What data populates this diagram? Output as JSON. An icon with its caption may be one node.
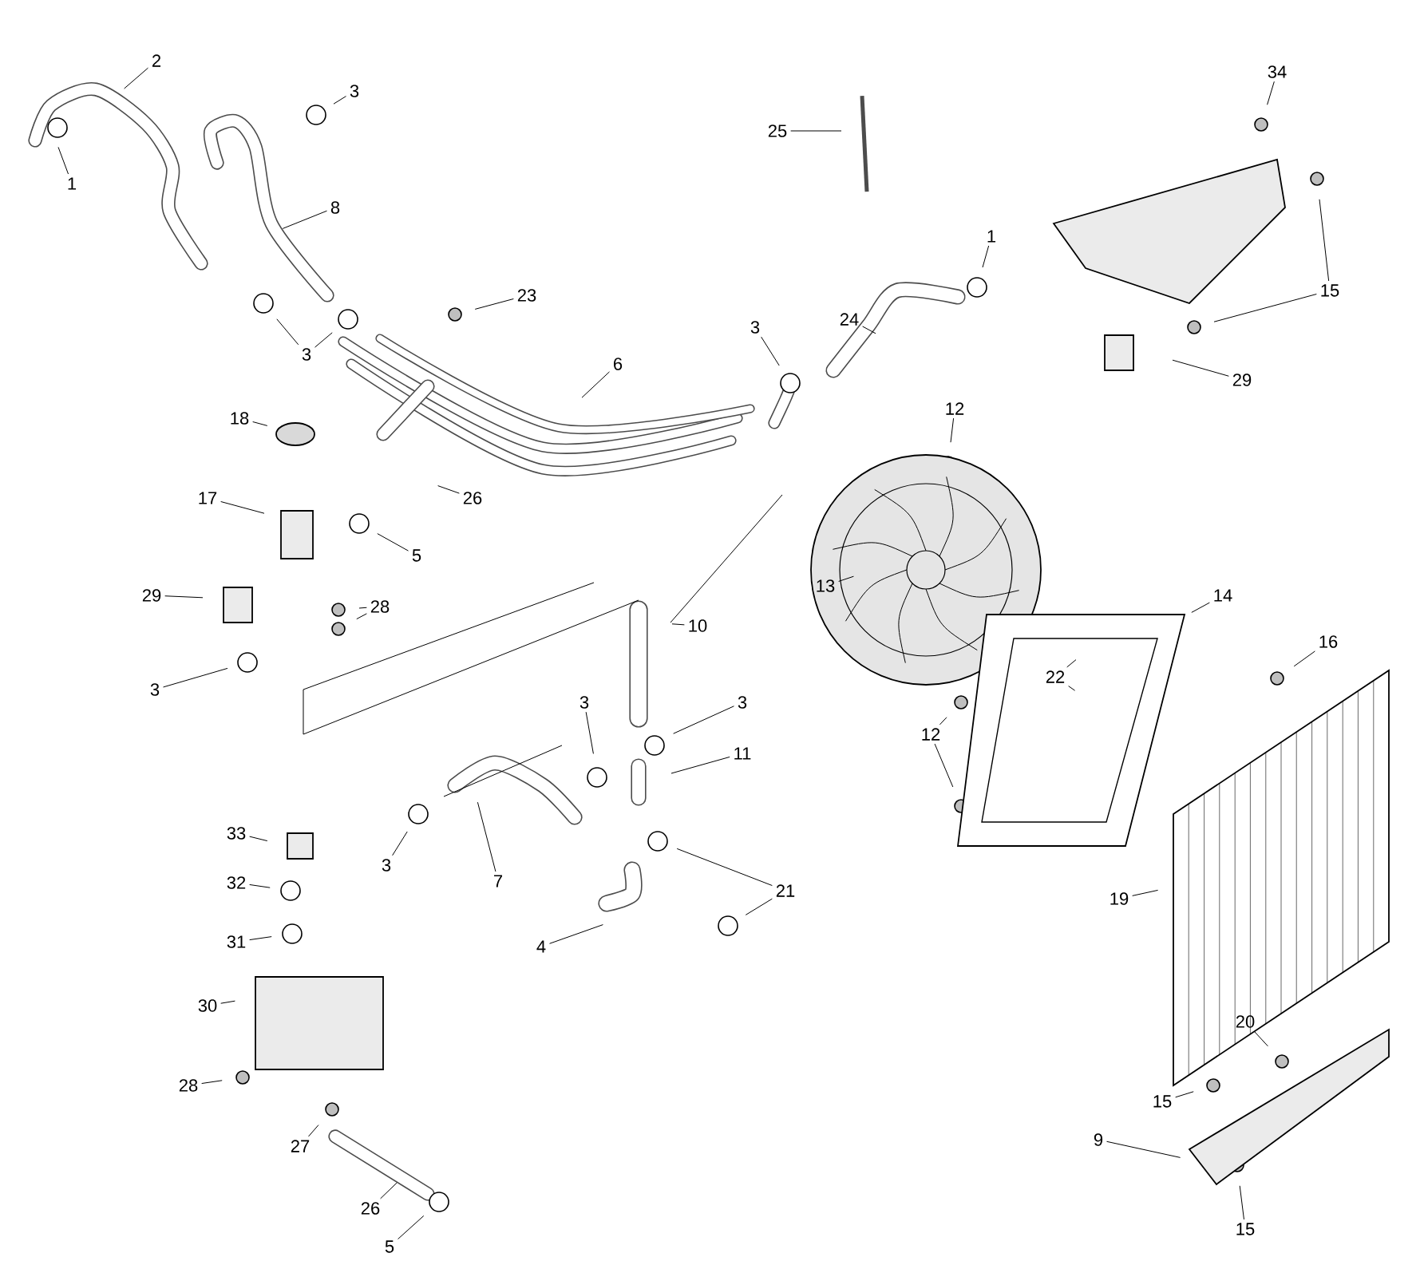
{
  "diagram": {
    "nodes": [
      {
        "text": [
          "1"
        ]
      },
      {
        "text": [
          "2"
        ]
      },
      {
        "text": [
          "3"
        ]
      },
      {
        "text": [
          "8"
        ]
      },
      {
        "text": [
          "3"
        ]
      },
      {
        "text": [
          "23"
        ]
      },
      {
        "text": [
          "6"
        ]
      },
      {
        "text": [
          "25"
        ]
      },
      {
        "text": [
          "34"
        ]
      },
      {
        "text": [
          "15"
        ]
      },
      {
        "text": [
          "29"
        ]
      },
      {
        "text": [
          "1"
        ]
      },
      {
        "text": [
          "24"
        ]
      },
      {
        "text": [
          "3"
        ]
      },
      {
        "text": [
          "12"
        ]
      },
      {
        "text": [
          "18"
        ]
      },
      {
        "text": [
          "26"
        ]
      },
      {
        "text": [
          "17"
        ]
      },
      {
        "text": [
          "5"
        ]
      },
      {
        "text": [
          "29"
        ]
      },
      {
        "text": [
          "28"
        ]
      },
      {
        "text": [
          "3"
        ]
      },
      {
        "text": [
          "10"
        ]
      },
      {
        "text": [
          "13"
        ]
      },
      {
        "text": [
          "14"
        ]
      },
      {
        "text": [
          "16"
        ]
      },
      {
        "text": [
          "22"
        ]
      },
      {
        "text": [
          "3"
        ]
      },
      {
        "text": [
          "3"
        ]
      },
      {
        "text": [
          "11"
        ]
      },
      {
        "text": [
          "12"
        ]
      },
      {
        "text": [
          "3"
        ]
      },
      {
        "text": [
          "7"
        ]
      },
      {
        "text": [
          "21"
        ]
      },
      {
        "text": [
          "4"
        ]
      },
      {
        "text": [
          "19"
        ]
      },
      {
        "text": [
          "33"
        ]
      },
      {
        "text": [
          "32"
        ]
      },
      {
        "text": [
          "31"
        ]
      },
      {
        "text": [
          "30"
        ]
      },
      {
        "text": [
          "28"
        ]
      },
      {
        "text": [
          "27"
        ]
      },
      {
        "text": [
          "26"
        ]
      },
      {
        "text": [
          "5"
        ]
      },
      {
        "text": [
          "20"
        ]
      },
      {
        "text": [
          "15"
        ]
      },
      {
        "text": [
          "9"
        ]
      },
      {
        "text": [
          "15"
        ]
      }
    ],
    "edges": [
      {
        "from": 0,
        "to": null,
        "arrow": "none"
      },
      {
        "from": 1,
        "to": null,
        "arrow": "none"
      },
      {
        "from": 2,
        "to": null,
        "arrow": "none"
      },
      {
        "from": 3,
        "to": null,
        "arrow": "none"
      },
      {
        "from": 4,
        "to": null,
        "arrow": "none"
      },
      {
        "from": 4,
        "to": null,
        "arrow": "none"
      },
      {
        "from": 5,
        "to": null,
        "arrow": "none"
      },
      {
        "from": 6,
        "to": null,
        "arrow": "none"
      },
      {
        "from": 7,
        "to": null,
        "arrow": "none"
      },
      {
        "from": 8,
        "to": null,
        "arrow": "none"
      },
      {
        "from": 9,
        "to": null,
        "arrow": "none"
      },
      {
        "from": 9,
        "to": null,
        "arrow": "none"
      },
      {
        "from": 10,
        "to": null,
        "arrow": "none"
      },
      {
        "from": 11,
        "to": null,
        "arrow": "none"
      },
      {
        "from": 12,
        "to": null,
        "arrow": "none"
      },
      {
        "from": 13,
        "to": null,
        "arrow": "none"
      },
      {
        "from": 14,
        "to": null,
        "arrow": "none"
      },
      {
        "from": 15,
        "to": null,
        "arrow": "none"
      },
      {
        "from": 16,
        "to": null,
        "arrow": "none"
      },
      {
        "from": 17,
        "to": null,
        "arrow": "none"
      },
      {
        "from": 18,
        "to": null,
        "arrow": "none"
      },
      {
        "from": 19,
        "to": null,
        "arrow": "none"
      },
      {
        "from": 20,
        "to": null,
        "arrow": "none"
      },
      {
        "from": 20,
        "to": null,
        "arrow": "none"
      },
      {
        "from": 21,
        "to": null,
        "arrow": "none"
      },
      {
        "from": 22,
        "to": null,
        "arrow": "none"
      },
      {
        "from": 23,
        "to": null,
        "arrow": "none"
      },
      {
        "from": 24,
        "to": null,
        "arrow": "none"
      },
      {
        "from": 25,
        "to": null,
        "arrow": "none"
      },
      {
        "from": 26,
        "to": null,
        "arrow": "none"
      },
      {
        "from": 26,
        "to": null,
        "arrow": "none"
      },
      {
        "from": 27,
        "to": null,
        "arrow": "none"
      },
      {
        "from": 28,
        "to": null,
        "arrow": "none"
      },
      {
        "from": 29,
        "to": null,
        "arrow": "none"
      },
      {
        "from": 30,
        "to": null,
        "arrow": "none"
      },
      {
        "from": 30,
        "to": null,
        "arrow": "none"
      },
      {
        "from": 31,
        "to": null,
        "arrow": "none"
      },
      {
        "from": 32,
        "to": null,
        "arrow": "none"
      },
      {
        "from": 33,
        "to": null,
        "arrow": "none"
      },
      {
        "from": 33,
        "to": null,
        "arrow": "none"
      },
      {
        "from": 34,
        "to": null,
        "arrow": "none"
      },
      {
        "from": 35,
        "to": null,
        "arrow": "none"
      },
      {
        "from": 36,
        "to": null,
        "arrow": "none"
      },
      {
        "from": 37,
        "to": null,
        "arrow": "none"
      },
      {
        "from": 38,
        "to": null,
        "arrow": "none"
      },
      {
        "from": 39,
        "to": null,
        "arrow": "none"
      },
      {
        "from": 40,
        "to": null,
        "arrow": "none"
      },
      {
        "from": 41,
        "to": null,
        "arrow": "none"
      },
      {
        "from": 42,
        "to": null,
        "arrow": "none"
      },
      {
        "from": 43,
        "to": null,
        "arrow": "none"
      },
      {
        "from": 44,
        "to": null,
        "arrow": "none"
      },
      {
        "from": 45,
        "to": null,
        "arrow": "none"
      },
      {
        "from": 46,
        "to": null,
        "arrow": "none"
      },
      {
        "from": 47,
        "to": null,
        "arrow": "none"
      }
    ]
  }
}
